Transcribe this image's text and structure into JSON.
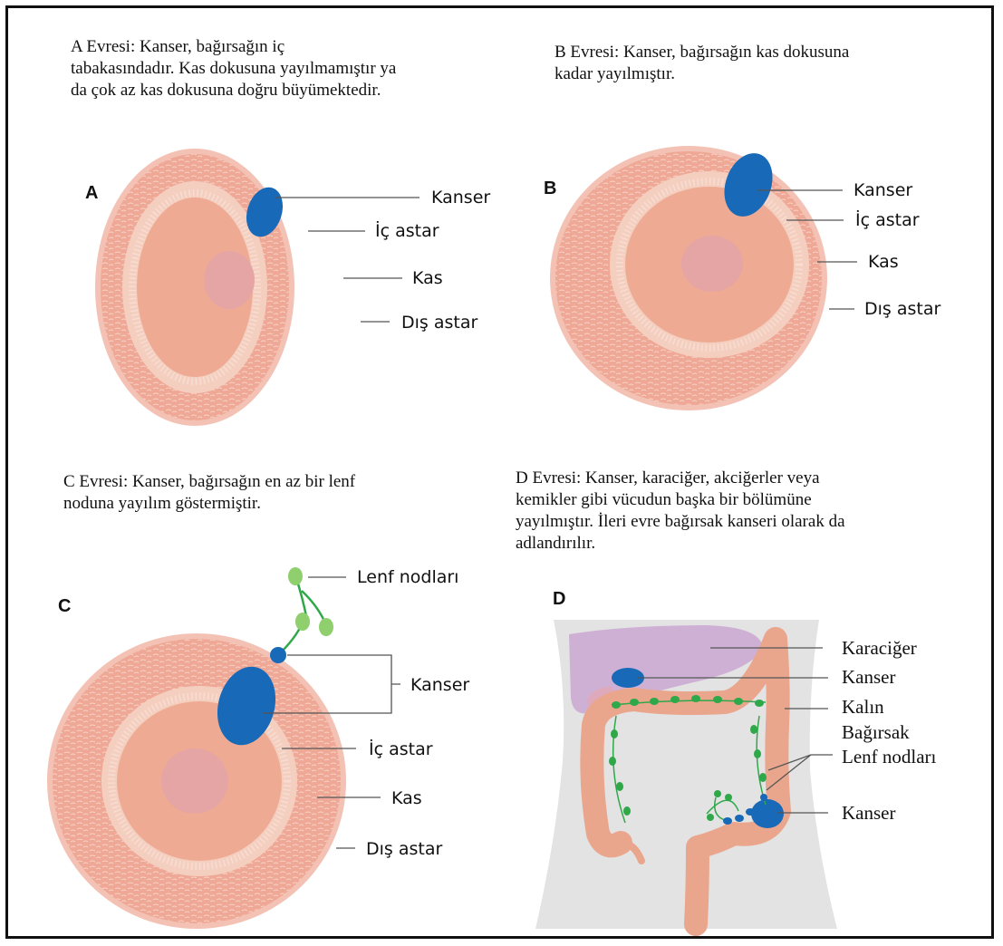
{
  "panels": {
    "A": {
      "letter": "A",
      "caption": "A  Evresi: Kanser, bağırsağın iç\ntabakasındadır. Kas dokusuna yayılmamıştır ya\nda çok az kas dokusuna doğru büyümektedir.",
      "labels": {
        "cancer": "Kanser",
        "inner": "İç astar",
        "muscle": "Kas",
        "outer": "Dış astar"
      }
    },
    "B": {
      "letter": "B",
      "caption": "B Evresi: Kanser, bağırsağın kas dokusuna\nkadar yayılmıştır.",
      "labels": {
        "cancer": "Kanser",
        "inner": "İç astar",
        "muscle": "Kas",
        "outer": "Dış astar"
      }
    },
    "C": {
      "letter": "C",
      "caption": "C Evresi: Kanser, bağırsağın en az bir lenf\nnoduna yayılım göstermiştir.",
      "labels": {
        "lymph": "Lenf nodları",
        "cancer": "Kanser",
        "inner": "İç astar",
        "muscle": "Kas",
        "outer": "Dış astar"
      }
    },
    "D": {
      "letter": "D",
      "caption": "D Evresi: Kanser, karaciğer, akciğerler veya\nkemikler gibi vücudun başka bir bölümüne\nyayılmıştır. İleri evre bağırsak kanseri olarak da\nadlandırılır.",
      "labels": {
        "liver": "Karaciğer",
        "cancer1": "Kanser",
        "colon1": "Kalın",
        "colon2": "Bağırsak",
        "lymph": "Lenf nodları",
        "cancer2": "Kanser"
      }
    }
  },
  "colors": {
    "outer_wall": "#f2b6a6",
    "muscle": "#efa895",
    "inner_ring": "#f4cfc0",
    "lumen": "#eeaa92",
    "center": "#e6a5a5",
    "tumor": "#1869b7",
    "lymph_green": "#8fcf6e",
    "lymph_dark": "#2fa84a",
    "liver": "#c9a7d1",
    "torso": "#e3e3e3",
    "colon": "#eaa68d"
  }
}
